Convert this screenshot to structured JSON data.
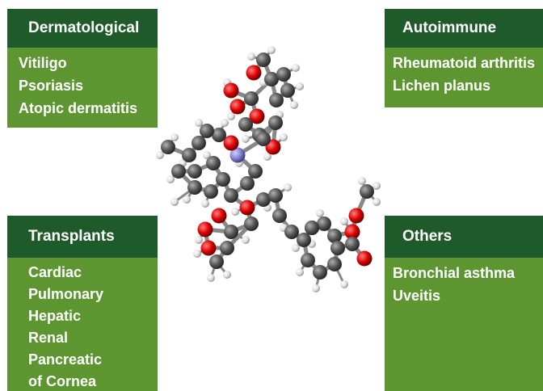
{
  "cards": {
    "dermatological": {
      "title": "Dermatological",
      "items": [
        "Vitiligo",
        "Psoriasis",
        "Atopic dermatitis"
      ]
    },
    "autoimmune": {
      "title": "Autoimmune",
      "items": [
        "Rheumatoid arthritis",
        "Lichen planus"
      ]
    },
    "transplants": {
      "title": "Transplants",
      "items": [
        "Cardiac",
        "Pulmonary",
        "Hepatic",
        "Renal",
        "Pancreatic",
        "of Cornea"
      ]
    },
    "others": {
      "title": "Others",
      "items": [
        "Bronchial asthma",
        "Uveitis"
      ]
    }
  },
  "colors": {
    "header": "#1f5a2a",
    "body": "#5d9630",
    "carbon": "#555555",
    "oxygen": "#dd0000",
    "nitrogen": "#8080d0",
    "hydrogen": "#e8e8e8"
  },
  "image": "molecule-3d-model"
}
